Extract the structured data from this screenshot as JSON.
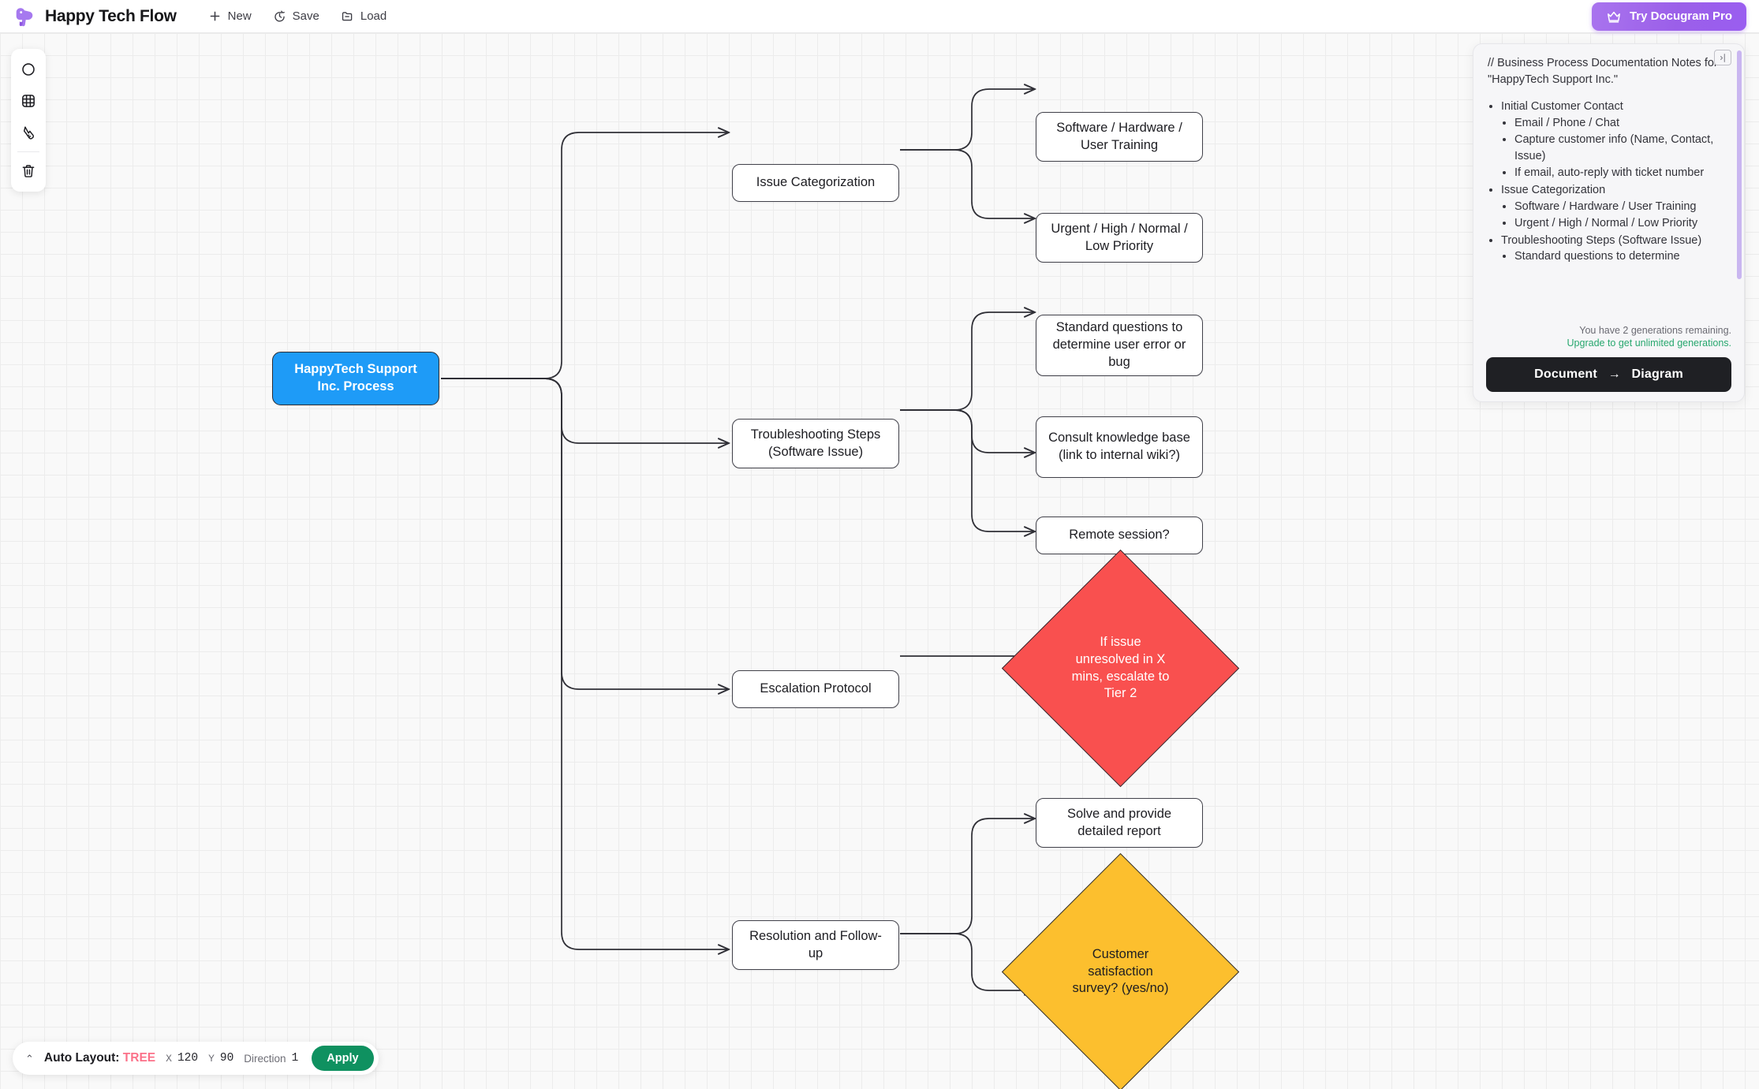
{
  "app": {
    "title": "Happy Tech Flow",
    "logo_icon": "bird-logo-icon"
  },
  "toolbar": {
    "items": [
      {
        "label": "New",
        "icon": "plus-icon"
      },
      {
        "label": "Save",
        "icon": "save-clock-icon"
      },
      {
        "label": "Load",
        "icon": "folder-icon"
      }
    ],
    "pro_button": {
      "label": "Try Docugram Pro",
      "icon": "crown-icon"
    }
  },
  "tools": [
    {
      "name": "shape-circle-tool",
      "icon": "circle-icon"
    },
    {
      "name": "grid-tool",
      "icon": "grid-icon"
    },
    {
      "name": "select-tool",
      "icon": "cursor-hand-icon"
    },
    {
      "name": "delete-tool",
      "icon": "trash-icon"
    }
  ],
  "notes": {
    "heading": "// Business Process Documentation Notes for \"HappyTech Support Inc.\"",
    "outline": [
      {
        "text": "Initial Customer Contact",
        "children": [
          "Email / Phone / Chat",
          "Capture customer info (Name, Contact, Issue)",
          "If email, auto-reply with ticket number"
        ]
      },
      {
        "text": "Issue Categorization",
        "children": [
          "Software / Hardware / User Training",
          "Urgent / High / Normal / Low Priority"
        ]
      },
      {
        "text": "Troubleshooting Steps (Software Issue)",
        "children": [
          "Standard questions to determine"
        ]
      }
    ],
    "generations_remaining": "You have 2 generations remaining.",
    "upgrade_link": "Upgrade to get unlimited generations.",
    "convert_button": {
      "left": "Document",
      "arrow": "→",
      "right": "Diagram"
    },
    "panel_toggle_icon": "panel-collapse-icon"
  },
  "auto_layout": {
    "caret": "⌃",
    "label": "Auto Layout:",
    "mode": "TREE",
    "x_key": "X",
    "x_value": "120",
    "y_key": "Y",
    "y_value": "90",
    "direction_label": "Direction",
    "direction_value": "1",
    "apply_label": "Apply"
  },
  "diagram": {
    "nodes": [
      {
        "id": "root",
        "label": "HappyTech Support Inc. Process",
        "shape": "rounded",
        "color": "#1e9bf7"
      },
      {
        "id": "n1",
        "label": "Issue Categorization",
        "shape": "rounded",
        "color": "#ffffff"
      },
      {
        "id": "n1a",
        "label": "Software / Hardware / User Training",
        "shape": "rounded",
        "color": "#ffffff"
      },
      {
        "id": "n1b",
        "label": "Urgent / High / Normal / Low Priority",
        "shape": "rounded",
        "color": "#ffffff"
      },
      {
        "id": "n2",
        "label": "Troubleshooting Steps (Software Issue)",
        "shape": "rounded",
        "color": "#ffffff"
      },
      {
        "id": "n2a",
        "label": "Standard questions to determine user error or bug",
        "shape": "rounded",
        "color": "#ffffff"
      },
      {
        "id": "n2b",
        "label": "Consult knowledge base (link to internal wiki?)",
        "shape": "rounded",
        "color": "#ffffff"
      },
      {
        "id": "n2c",
        "label": "Remote session?",
        "shape": "rounded",
        "color": "#ffffff"
      },
      {
        "id": "n3",
        "label": "Escalation Protocol",
        "shape": "rounded",
        "color": "#ffffff"
      },
      {
        "id": "n3a",
        "label": "If issue unresolved in X mins, escalate to Tier 2",
        "shape": "diamond",
        "color": "#f9504f"
      },
      {
        "id": "n4",
        "label": "Resolution and Follow-up",
        "shape": "rounded",
        "color": "#ffffff"
      },
      {
        "id": "n4a",
        "label": "Solve and provide detailed report",
        "shape": "rounded",
        "color": "#ffffff"
      },
      {
        "id": "n4b",
        "label": "Customer satisfaction survey? (yes/no)",
        "shape": "diamond",
        "color": "#fcbf2e"
      }
    ]
  }
}
